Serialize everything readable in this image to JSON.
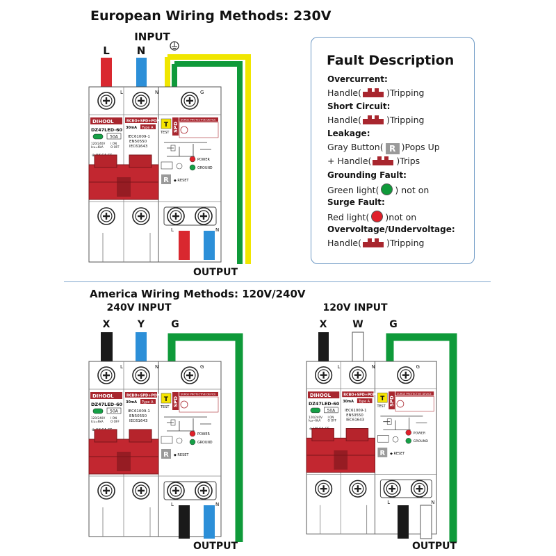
{
  "titles": {
    "europe": "European Wiring Methods: 230V",
    "america": "America Wiring Methods: 120V/240V"
  },
  "europe": {
    "input_label": "INPUT",
    "output_label": "OUTPUT",
    "wires": [
      "L",
      "N"
    ]
  },
  "america240": {
    "input_label": "240V INPUT",
    "output_label": "OUTPUT",
    "wires": [
      "X",
      "Y",
      "G"
    ]
  },
  "america120": {
    "input_label": "120V INPUT",
    "output_label": "OUTPUT",
    "wires": [
      "X",
      "W",
      "G"
    ]
  },
  "device": {
    "brand": "DIHOOL",
    "model": "DZ47LED-60",
    "rating": "50A",
    "type_line": "RCBO+SPD+POP",
    "ma": "30mA",
    "type_a": "Type A",
    "std1": "IEC61009-1",
    "std2": "EN50550",
    "std3": "IEC61643",
    "test": "TEST",
    "spd": "SPD",
    "spd_title": "SURGE PROTECTIVE DEVICE",
    "power": "POWER",
    "ground": "GROUND",
    "reset": "RESET",
    "r": "R",
    "t": "T",
    "term_l": "L",
    "term_n": "N",
    "term_g": "G",
    "on": "I ON",
    "off": "O OFF",
    "volt": "120/240V",
    "ka": "Icu=6kA"
  },
  "fault": {
    "title": "Fault Description",
    "overcurrent_h": "Overcurrent:",
    "overcurrent_t1": "Handle(",
    "overcurrent_t2": ")Tripping",
    "short_h": "Short Circuit:",
    "short_t1": "Handle(",
    "short_t2": ")Tripping",
    "leak_h": "Leakage:",
    "leak_t1": "Gray Button(",
    "leak_t2": ")Pops Up",
    "leak_t3": "+ Handle(",
    "leak_t4": ")Trips",
    "ground_h": "Grounding Fault:",
    "ground_t1": "Green light(",
    "ground_t2": ") not on",
    "surge_h": "Surge Fault:",
    "surge_t1": "Red light(",
    "surge_t2": ")not on",
    "ov_h": "Overvoltage/Undervoltage:",
    "ov_t1": "Handle(",
    "ov_t2": ")Tripping",
    "r": "R"
  },
  "colors": {
    "red": "#d9282f",
    "blue": "#2c8fd8",
    "black": "#1a1a1a",
    "green": "#0f9a3a",
    "yellow": "#f0e600",
    "maroon": "#a8262e",
    "panel_border": "#6c98c4"
  }
}
